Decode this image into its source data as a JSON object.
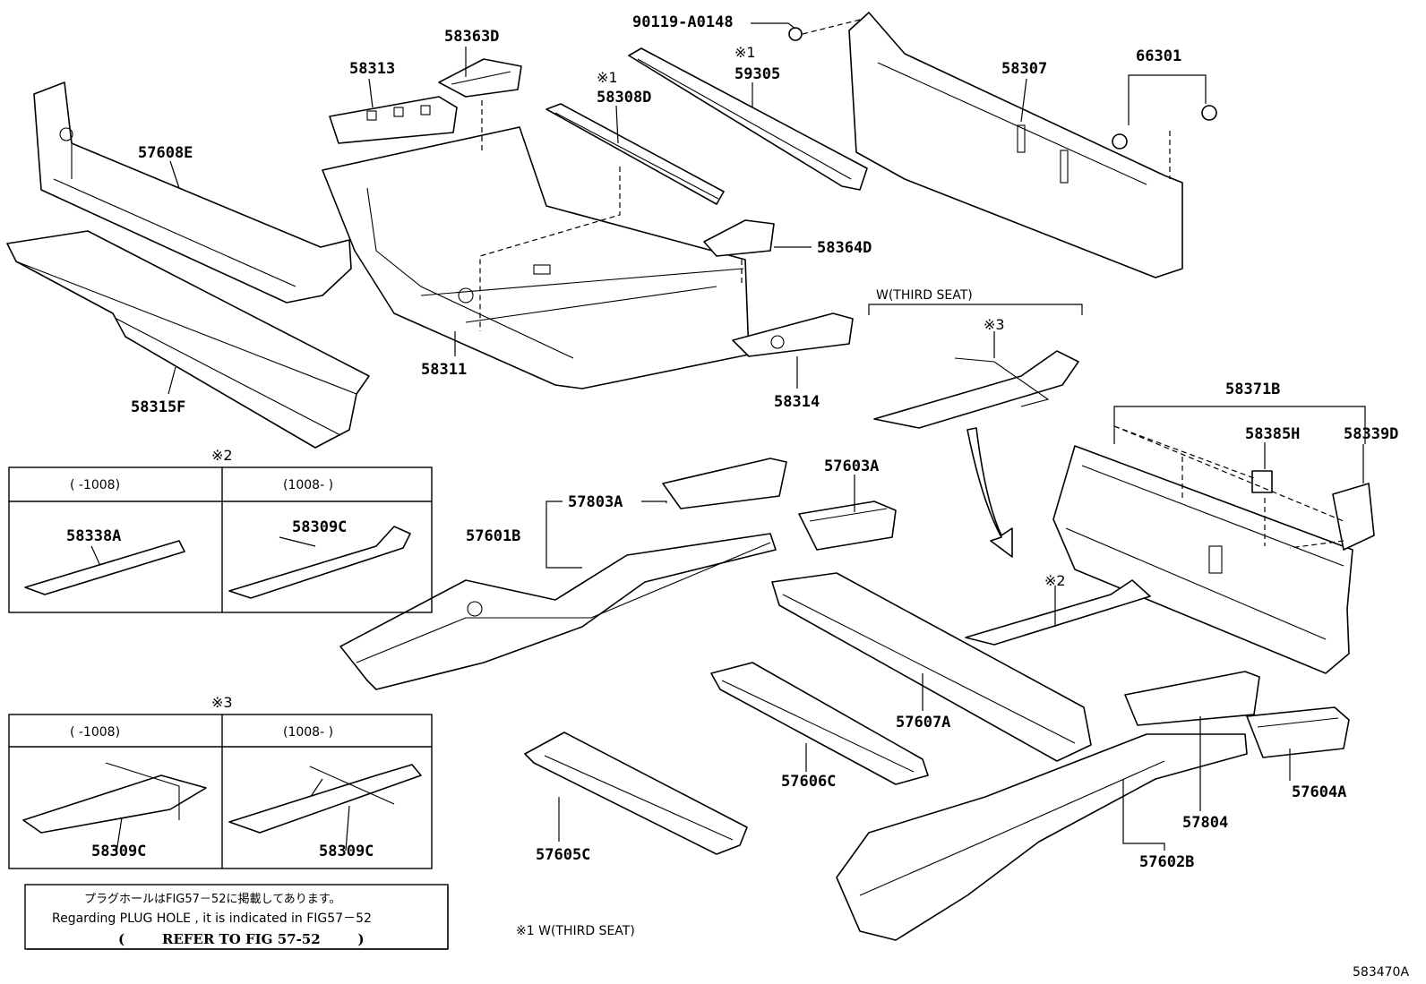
{
  "parts": {
    "p57608E": "57608E",
    "p58315F": "58315F",
    "p58313": "58313",
    "p58363D": "58363D",
    "p58311": "58311",
    "p58308D": "58308D",
    "p59305": "59305",
    "p58364D": "58364D",
    "p58314": "58314",
    "p90119": "90119-A0148",
    "p58307": "58307",
    "p66301": "66301",
    "p58371B": "58371B",
    "p58385H": "58385H",
    "p58339D": "58339D",
    "p57603A": "57603A",
    "p57803A": "57803A",
    "p57601B": "57601B",
    "p57607A": "57607A",
    "p57606C": "57606C",
    "p57605C": "57605C",
    "p57604A": "57604A",
    "p57804": "57804",
    "p57602B": "57602B",
    "p58338A": "58338A",
    "p58309C_a": "58309C",
    "p58309C_b": "58309C",
    "p58309C_c": "58309C"
  },
  "marks": {
    "m1_58308D": "※1",
    "m1_59305": "※1",
    "m3_third": "※3",
    "m2_mid": "※2",
    "m2_box": "※2",
    "m3_box": "※3"
  },
  "third_seat_label": "W(THIRD SEAT)",
  "box2": {
    "col1": "(      -1008)",
    "col2": "(1008-      )"
  },
  "box3": {
    "col1": "(      -1008)",
    "col2": "(1008-      )"
  },
  "note": {
    "jp": "プラグホールはFIG57－52に掲載してあります。",
    "en": "Regarding PLUG HOLE , it is indicated in FIG57－52",
    "ref": "(        REFER TO FIG 57-52        )"
  },
  "footnote": "※1  W(THIRD SEAT)",
  "figure_id": "583470A"
}
